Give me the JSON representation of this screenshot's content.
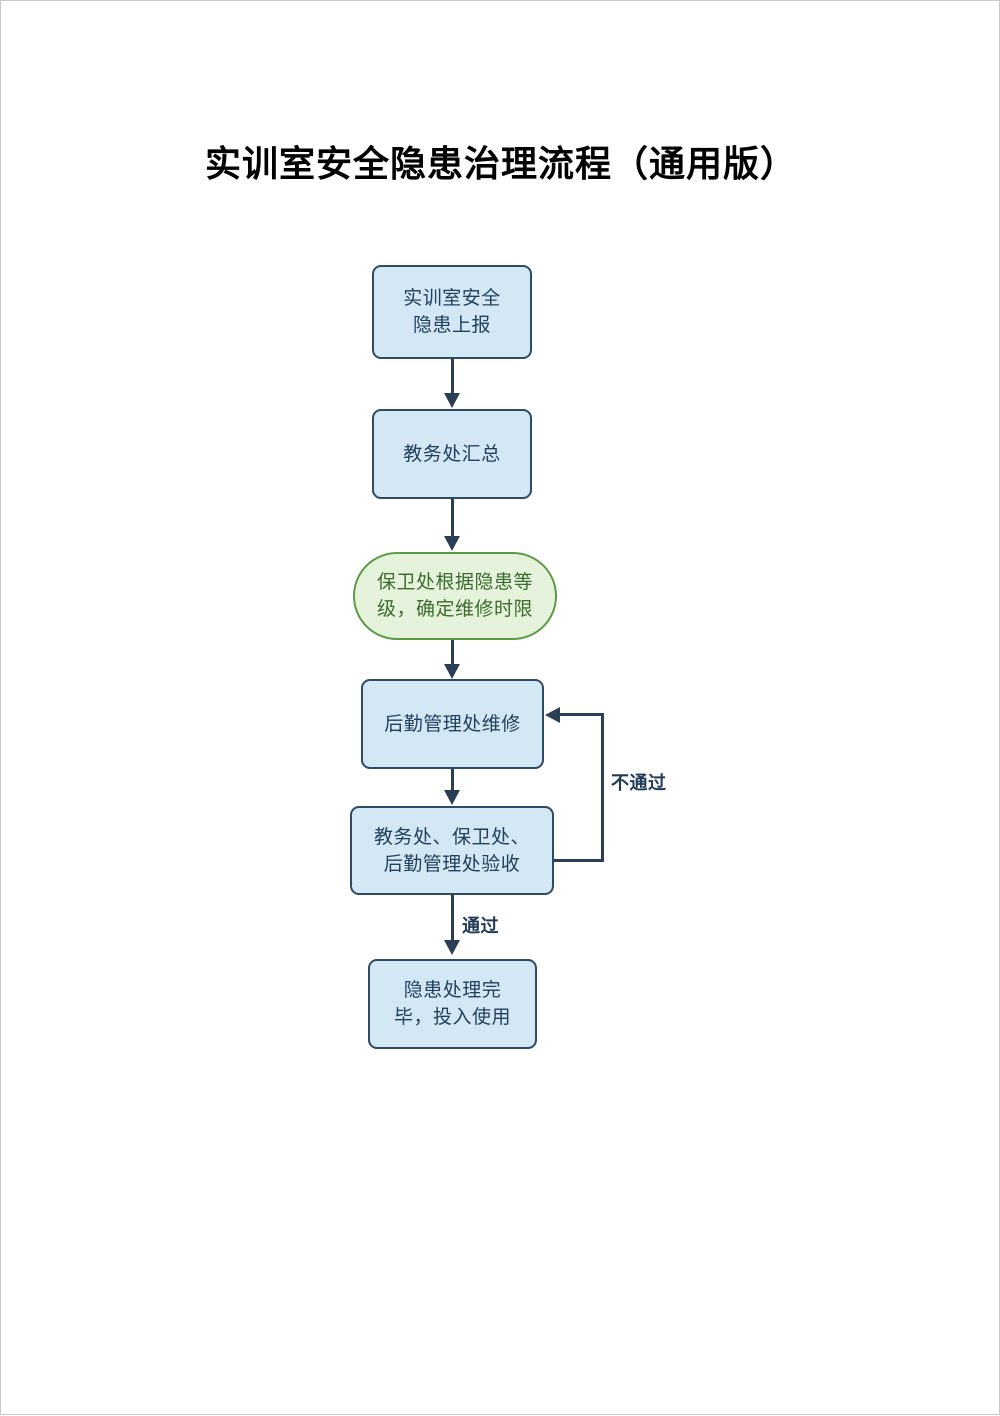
{
  "document": {
    "title": "实训室安全隐患治理流程（通用版）"
  },
  "flowchart": {
    "type": "process-flow",
    "direction": "top-to-bottom",
    "nodes": [
      {
        "id": "report",
        "label": "实训室安全\n隐患上报",
        "shape": "rounded-rect",
        "fill": "#d4e7f5",
        "stroke": "#2f4a63",
        "text_color": "#23415c"
      },
      {
        "id": "collect",
        "label": "教务处汇总",
        "shape": "rounded-rect",
        "fill": "#d4e7f5",
        "stroke": "#2f4a63",
        "text_color": "#23415c"
      },
      {
        "id": "grade",
        "label": "保卫处根据隐患等\n级，确定维修时限",
        "shape": "stadium",
        "fill": "#e6f3dc",
        "stroke": "#5c9a46",
        "text_color": "#3d6b30"
      },
      {
        "id": "repair",
        "label": "后勤管理处维修",
        "shape": "rounded-rect",
        "fill": "#d4e7f5",
        "stroke": "#2f4a63",
        "text_color": "#23415c"
      },
      {
        "id": "acceptance",
        "label": "教务处、保卫处、\n后勤管理处验收",
        "shape": "rounded-rect",
        "fill": "#d4e7f5",
        "stroke": "#2f4a63",
        "text_color": "#23415c"
      },
      {
        "id": "done",
        "label": "隐患处理完\n毕，投入使用",
        "shape": "rounded-rect",
        "fill": "#d4e7f5",
        "stroke": "#2f4a63",
        "text_color": "#23415c"
      }
    ],
    "edges": [
      {
        "from": "report",
        "to": "collect",
        "label": ""
      },
      {
        "from": "collect",
        "to": "grade",
        "label": ""
      },
      {
        "from": "grade",
        "to": "repair",
        "label": ""
      },
      {
        "from": "repair",
        "to": "acceptance",
        "label": ""
      },
      {
        "from": "acceptance",
        "to": "repair",
        "label": "不通过"
      },
      {
        "from": "acceptance",
        "to": "done",
        "label": "通过"
      }
    ],
    "edge_labels": {
      "fail": "不通过",
      "pass": "通过"
    },
    "connector_color": "#2a3f56"
  }
}
